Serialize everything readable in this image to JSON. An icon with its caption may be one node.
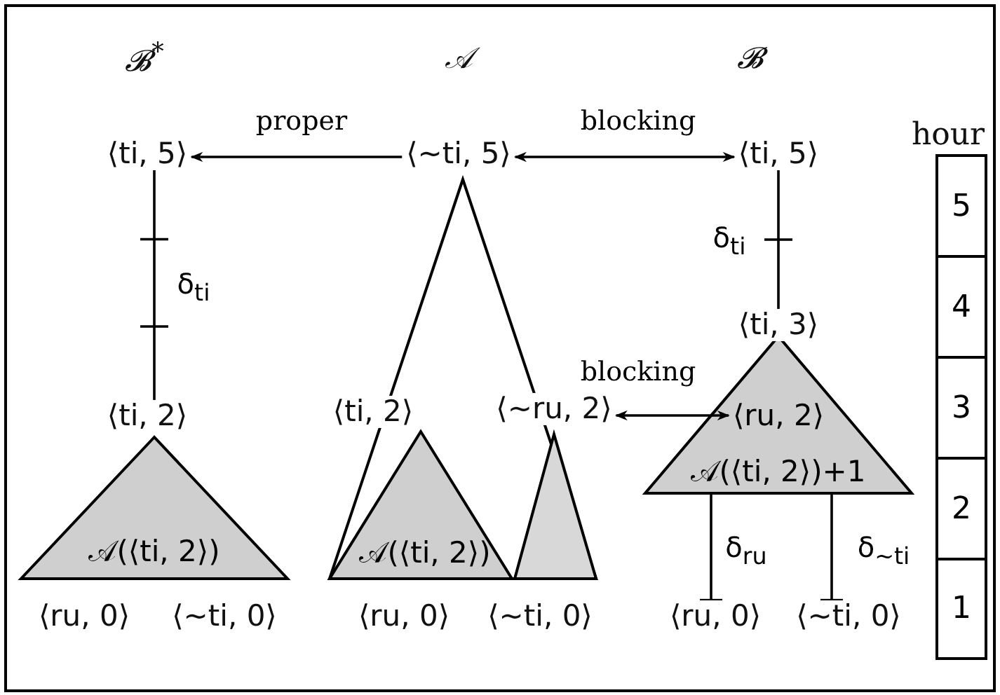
{
  "diagram": {
    "nodes": [
      {
        "text": [
          "⟨ti, 5⟩"
        ]
      },
      {
        "text": [
          "⟨∼ti, 5⟩"
        ]
      },
      {
        "text": [
          "⟨ti, 5⟩"
        ]
      },
      {
        "text": [
          "⟨ti, 2⟩"
        ]
      },
      {
        "text": [
          "𝒜(⟨ti, 2⟩)"
        ]
      },
      {
        "text": [
          "⟨ru, 0⟩"
        ]
      },
      {
        "text": [
          "⟨∼ti, 0⟩"
        ]
      },
      {
        "text": [],
        "shape": "triangle"
      },
      {
        "text": [
          "⟨ti, 2⟩"
        ]
      },
      {
        "text": [
          "⟨∼ru, 2⟩"
        ]
      },
      {
        "text": [
          "𝒜(⟨ti, 2⟩)"
        ],
        "in": 7
      },
      {
        "text": [],
        "shape": "triangle",
        "in": 7
      },
      {
        "text": [
          "⟨ru, 0⟩"
        ]
      },
      {
        "text": [
          "⟨∼ti, 0⟩"
        ]
      },
      {
        "text": [
          "⟨ti, 3⟩"
        ]
      },
      {
        "text": [
          "⟨ru, 2⟩",
          "𝒜(⟨ti, 2⟩)+1"
        ]
      },
      {
        "text": [
          "⟨ru, 0⟩"
        ]
      },
      {
        "text": [
          "⟨∼ti, 0⟩"
        ]
      },
      {
        "text": [
          "5"
        ]
      },
      {
        "text": [
          "4"
        ]
      },
      {
        "text": [
          "3"
        ]
      },
      {
        "text": [
          "2"
        ]
      },
      {
        "text": [
          "1"
        ]
      }
    ],
    "edges": [
      {
        "from": 1,
        "to": 0,
        "arrow": "to",
        "label": "proper"
      },
      {
        "from": 1,
        "to": 2,
        "arrow": "both",
        "label": "blocking"
      },
      {
        "from": 0,
        "to": 3,
        "arrow": "none",
        "label": "δ$_{ti}$"
      },
      {
        "from": 2,
        "to": 14,
        "arrow": "none",
        "label": "δ$_{ti}$"
      },
      {
        "from": 9,
        "to": 15,
        "arrow": "both",
        "label": "blocking"
      },
      {
        "from": 15,
        "to": 16,
        "arrow": "other",
        "label": "δ$_{ru}$"
      },
      {
        "from": 15,
        "to": 17,
        "arrow": "other",
        "label": "δ$_{∼ti}$"
      }
    ],
    "labels": [
      "𝓑$^{*}$",
      "𝒜",
      "𝓑",
      "hour"
    ]
  }
}
